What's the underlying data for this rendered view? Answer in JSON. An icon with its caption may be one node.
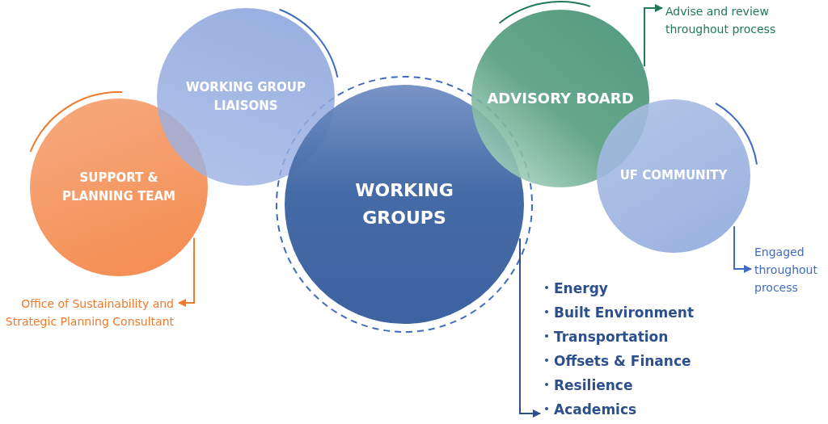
{
  "diagram": {
    "nodes": [
      {
        "text": [
          "SUPPORT & PLANNING TEAM"
        ]
      },
      {
        "text": [
          "WORKING GROUP LIAISONS"
        ]
      },
      {
        "text": [
          "WORKING GROUPS"
        ]
      },
      {
        "text": [
          "ADVISORY BOARD"
        ]
      },
      {
        "text": [
          "UF COMMUNITY"
        ]
      },
      {
        "text": [
          "Office of Sustainability and Strategic Planning Consultant"
        ]
      },
      {
        "text": [
          "Advise and review throughout process"
        ]
      },
      {
        "text": [
          "Engaged throughout process"
        ]
      },
      {
        "text": [
          "Energy",
          "Built Environment",
          "Transportation",
          "Offsets & Finance",
          "Resilience",
          "Academics"
        ]
      }
    ],
    "edges": [
      {
        "from": 0,
        "to": 5,
        "arrow": "to",
        "color": "#f07a2c"
      },
      {
        "from": 3,
        "to": 6,
        "arrow": "to",
        "color": "#1f7a55"
      },
      {
        "from": 4,
        "to": 7,
        "arrow": "to",
        "color": "#3f6cc0"
      },
      {
        "from": 2,
        "to": 8,
        "arrow": "to",
        "color": "#2d4f8c"
      }
    ]
  }
}
